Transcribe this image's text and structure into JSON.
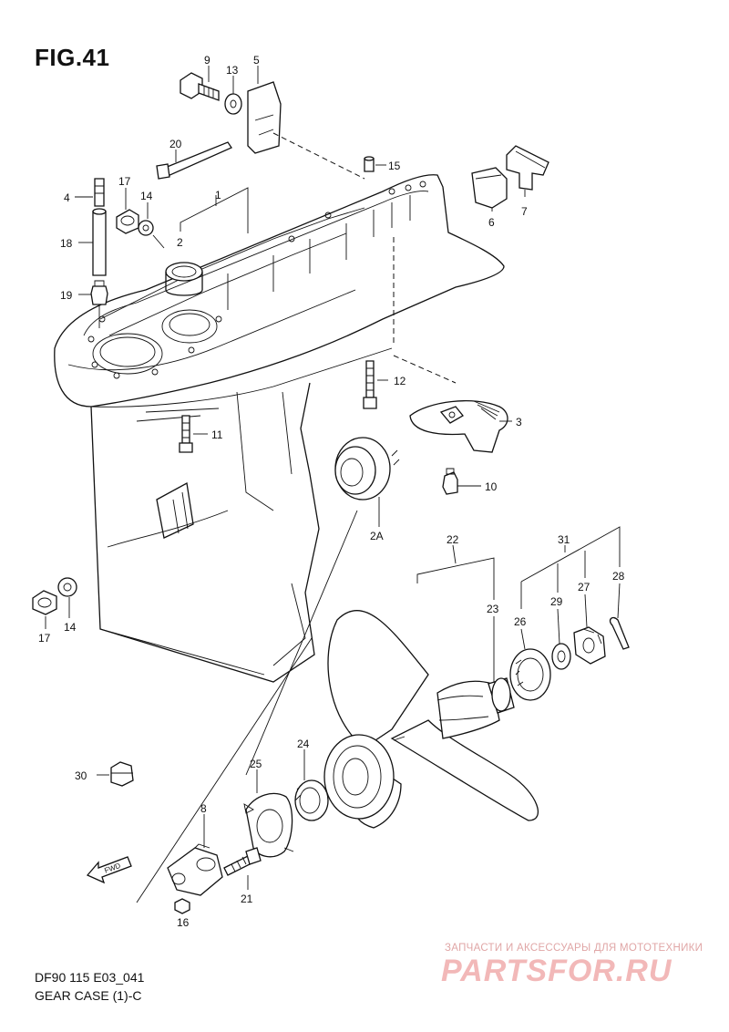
{
  "figure": {
    "title": "FIG.41",
    "model_code": "DF90 115 E03_041",
    "name": "GEAR CASE (1)-C"
  },
  "callouts": [
    "1",
    "2",
    "2A",
    "3",
    "4",
    "5",
    "6",
    "7",
    "8",
    "9",
    "10",
    "11",
    "12",
    "13",
    "14",
    "14",
    "15",
    "16",
    "17",
    "17",
    "18",
    "19",
    "20",
    "21",
    "22",
    "23",
    "24",
    "25",
    "26",
    "27",
    "28",
    "29",
    "30",
    "31"
  ],
  "fwd_label": "FWD",
  "watermark": {
    "text": "ЗАПЧАСТИ И АКСЕССУАРЫ ДЛЯ МОТОТЕХНИКИ",
    "logo": "PARTSFOR.RU"
  }
}
